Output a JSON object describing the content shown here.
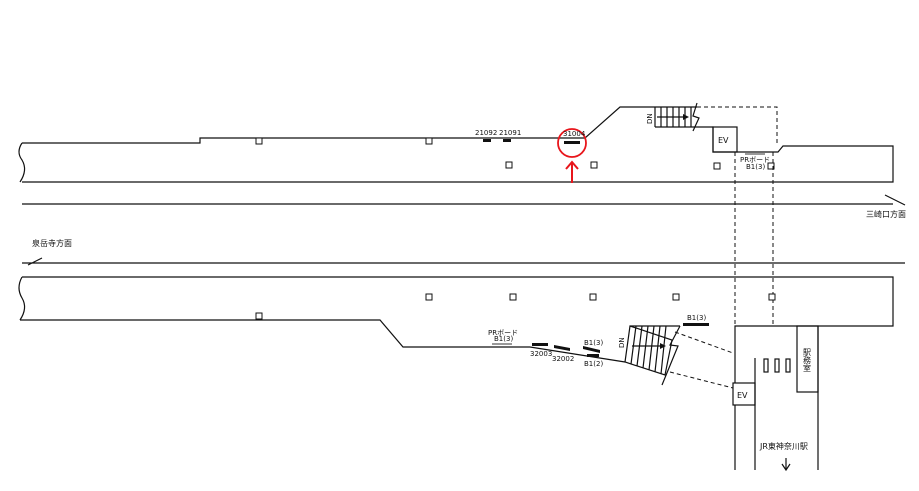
{
  "upper": {
    "codes": [
      "21092",
      "21091",
      "31004"
    ],
    "stair_label": "DN",
    "ev_label": "EV",
    "pr_board": "PRボード",
    "pr_board_level": "B1(3)",
    "highlight_color": "#e8151b"
  },
  "directions": {
    "right": "三崎口方面",
    "left": "泉岳寺方面"
  },
  "lower": {
    "pr_board": "PRボード",
    "pr_board_level": "B1(3)",
    "codes": [
      "32003",
      "32002"
    ],
    "level_a": "B1(3)",
    "level_b": "B1(2)",
    "stair_label": "DN",
    "level_top": "B1(3)",
    "office": "駅務室",
    "ev_label": "EV",
    "exit_label": "JR東神奈川駅"
  }
}
